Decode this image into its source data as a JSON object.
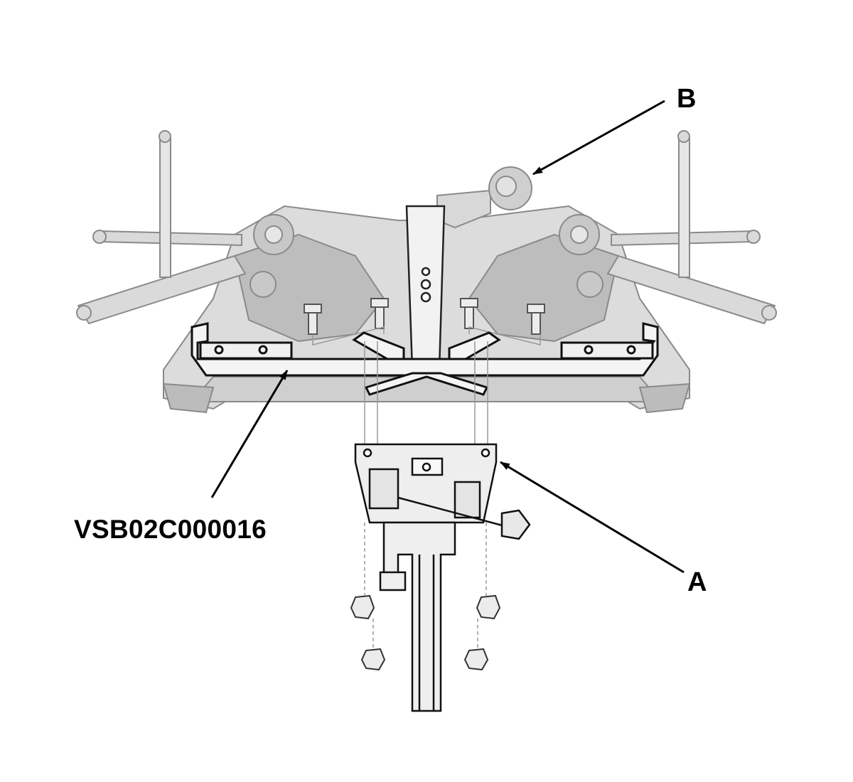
{
  "callouts": {
    "a": "A",
    "b": "B",
    "tool": "VSB02C000016"
  },
  "colors": {
    "ink": "#000000",
    "subframe_fill": "#d6d6d6",
    "subframe_dark": "#8a8a8a",
    "bracket_fill": "#f4f4f4",
    "jack_fill": "#eeeeee"
  }
}
